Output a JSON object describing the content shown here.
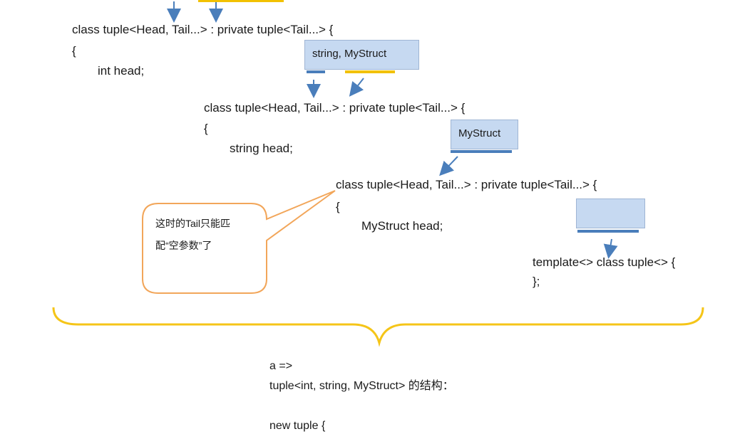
{
  "code_lines": {
    "l1_decl": "class tuple<Head, Tail...> : private tuple<Tail...> {",
    "l1_brace": "{",
    "l1_member": "int head;",
    "l2_decl": "class tuple<Head, Tail...> : private tuple<Tail...> {",
    "l2_brace": "{",
    "l2_member": "string head;",
    "l3_decl": "class tuple<Head, Tail...> : private tuple<Tail...> {",
    "l3_brace": "{",
    "l3_member": "MyStruct head;",
    "l4_decl": "template<> class tuple<> {",
    "l4_close": "};"
  },
  "boxes": {
    "box1": "string, MyStruct",
    "box2": "MyStruct",
    "box3": ""
  },
  "callout": {
    "line1": "这时的Tail只能匹",
    "line2": "配“空参数”了"
  },
  "bottom": {
    "line1": "a =>",
    "line2": "tuple<int, string, MyStruct> 的结构：",
    "line3": "new tuple {"
  },
  "colors": {
    "arrow_blue": "#4a7ebb",
    "highlight_yellow": "#f2c100",
    "box_fill": "#c6d9f1",
    "callout_orange": "#f2a65a",
    "brace_yellow": "#f5c518"
  }
}
